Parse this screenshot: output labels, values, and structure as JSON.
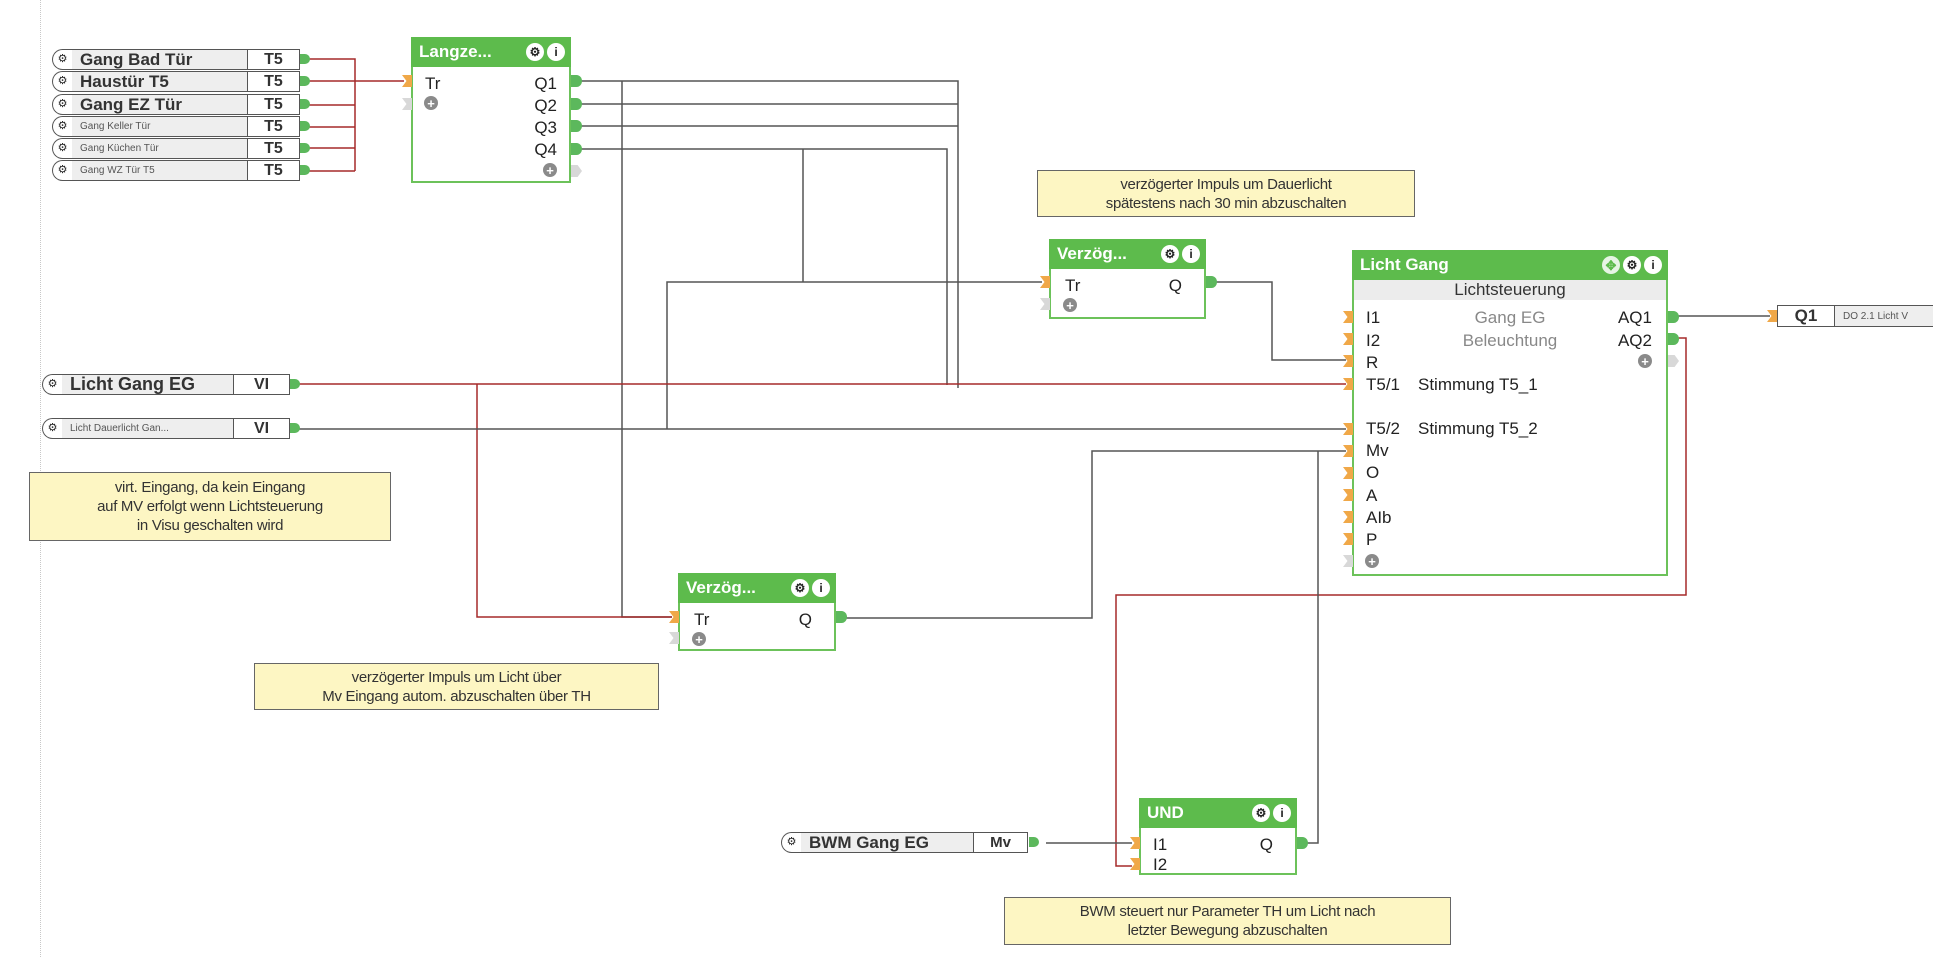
{
  "inputs": [
    {
      "name": "Gang Bad Tür",
      "type": "T5"
    },
    {
      "name": "Haustür T5",
      "type": "T5"
    },
    {
      "name": "Gang EZ Tür",
      "type": "T5"
    },
    {
      "name": "Gang Keller Tür",
      "type": "T5"
    },
    {
      "name": "Gang Küchen Tür",
      "type": "T5"
    },
    {
      "name": "Gang WZ Tür T5",
      "type": "T5"
    },
    {
      "name": "Licht Gang EG",
      "type": "VI"
    },
    {
      "name": "Licht Dauerlicht Gan...",
      "type": "VI"
    },
    {
      "name": "BWM Gang EG",
      "type": "Mv"
    }
  ],
  "outputs": [
    {
      "type": "Q1",
      "name": "DO 2.1 Licht V"
    }
  ],
  "blocks": {
    "langzeit": {
      "title": "Langze...",
      "inputs": [
        "Tr"
      ],
      "outputs": [
        "Q1",
        "Q2",
        "Q3",
        "Q4"
      ]
    },
    "verzoeg_top": {
      "title": "Verzög...",
      "inputs": [
        "Tr"
      ],
      "outputs": [
        "Q"
      ]
    },
    "verzoeg_bottom": {
      "title": "Verzög...",
      "inputs": [
        "Tr"
      ],
      "outputs": [
        "Q"
      ]
    },
    "und": {
      "title": "UND",
      "inputs": [
        "I1",
        "I2"
      ],
      "outputs": [
        "Q"
      ]
    },
    "licht_gang": {
      "title": "Licht Gang",
      "subtitle": "Lichtsteuerung",
      "inputs": [
        {
          "pin": "I1",
          "param": "Gang EG"
        },
        {
          "pin": "I2",
          "param": "Beleuchtung"
        },
        {
          "pin": "R",
          "param": ""
        },
        {
          "pin": "T5/1",
          "param": "Stimmung T5_1"
        },
        {
          "pin": "T5/2",
          "param": "Stimmung T5_2"
        },
        {
          "pin": "Mv",
          "param": ""
        },
        {
          "pin": "O",
          "param": ""
        },
        {
          "pin": "A",
          "param": ""
        },
        {
          "pin": "AIb",
          "param": ""
        },
        {
          "pin": "P",
          "param": ""
        }
      ],
      "outputs": [
        "AQ1",
        "AQ2"
      ]
    }
  },
  "notes": {
    "dauerlicht": [
      "verzögerter Impuls um Dauerlicht",
      "spätestens nach 30 min abzuschalten"
    ],
    "virt_eingang": [
      "virt. Eingang, da kein Eingang",
      "auf MV erfolgt wenn Lichtsteuerung",
      "in Visu geschalten wird"
    ],
    "impuls_licht": [
      "verzögerter Impuls um Licht über",
      "Mv Eingang autom. abzuschalten über TH"
    ],
    "bwm": [
      "BWM steuert nur Parameter TH um Licht nach",
      "letzter Bewegung abzuschalten"
    ]
  },
  "icons": {
    "gear": "⚙",
    "info": "i",
    "plus": "+",
    "move": "✥"
  },
  "colors": {
    "block_header": "#5dbb4c",
    "wire_active": "#a52a2a",
    "wire": "#555555",
    "note_bg": "#fdf6c3",
    "input_pin": "#f0a848"
  }
}
